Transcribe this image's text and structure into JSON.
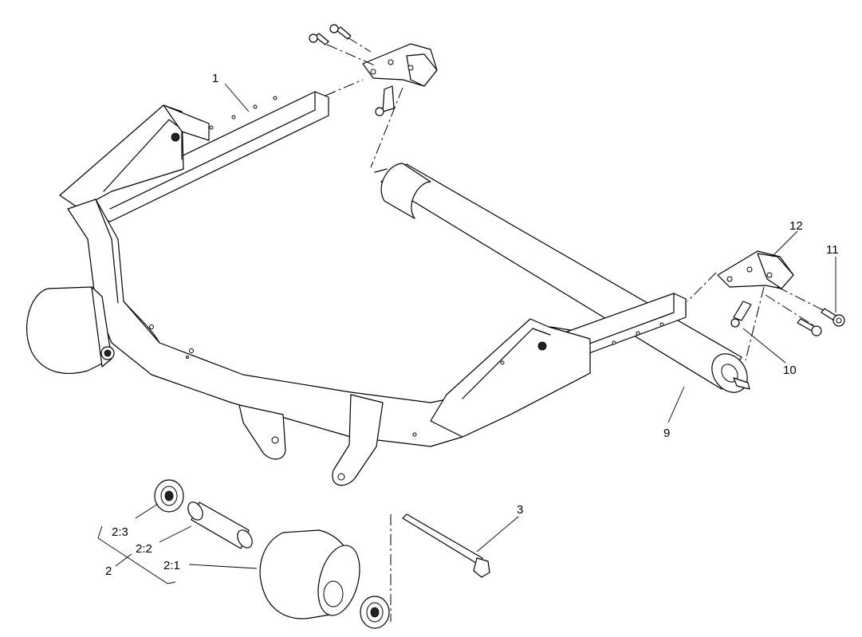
{
  "callouts": {
    "c1": "1",
    "c2": "2",
    "c2_1": "2:1",
    "c2_2": "2:2",
    "c2_3": "2:3",
    "c3": "3",
    "c9": "9",
    "c10": "10",
    "c11": "11",
    "c12": "12"
  }
}
